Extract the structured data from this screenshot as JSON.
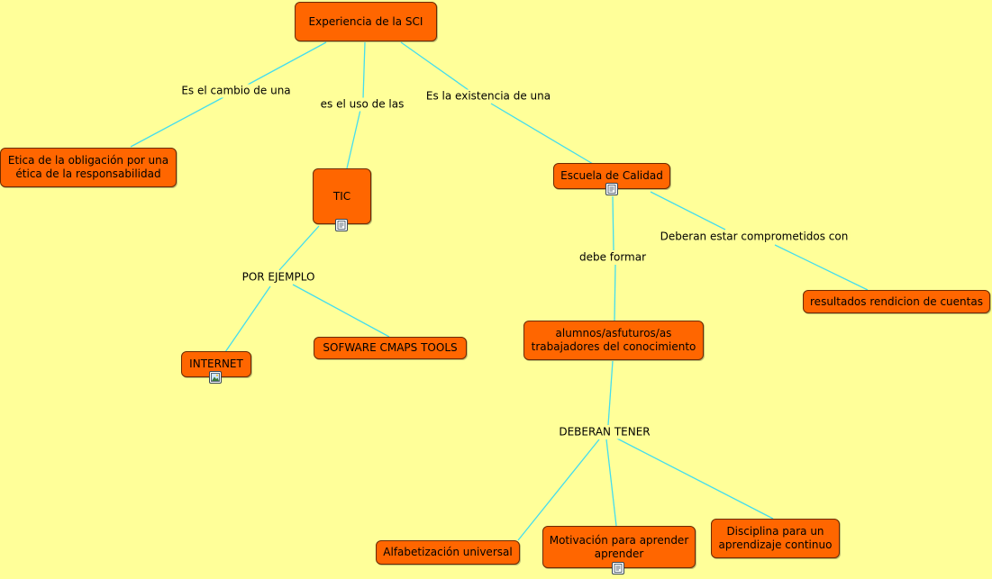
{
  "nodes": {
    "experiencia": "Experiencia de la SCI",
    "etica": "Etica de la obligación por una ética de la responsabilidad",
    "tic": "TIC",
    "escuela": "Escuela de Calidad",
    "internet": "INTERNET",
    "cmaps": "SOFWARE CMAPS TOOLS",
    "resultados": "resultados rendicion de cuentas",
    "alumnos": "alumnos/asfuturos/as trabajadores del conocimiento",
    "alfabetizacion": "Alfabetización universal",
    "motivacion": "Motivación para aprender aprender",
    "disciplina": "Disciplina para un aprendizaje continuo"
  },
  "links": {
    "cambio": "Es el cambio de una",
    "uso": "es el uso de las",
    "existencia": "Es la existencia de una",
    "ejemplo": "POR EJEMPLO",
    "comprometidos": "Deberan estar comprometidos con",
    "formar": "debe formar",
    "tener": "DEBERAN TENER"
  },
  "icons": {
    "tic": "document-icon",
    "escuela": "document-icon",
    "internet": "image-icon",
    "motivacion": "document-icon"
  },
  "colors": {
    "background": "#ffff99",
    "node_fill": "#ff6600",
    "connector": "#44ddee"
  }
}
